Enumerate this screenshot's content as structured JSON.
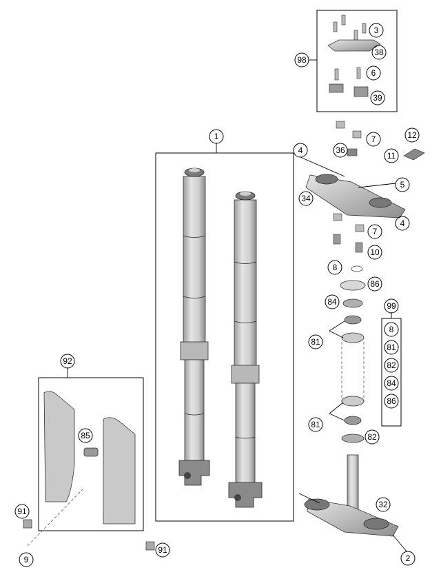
{
  "callouts": {
    "c1": "1",
    "c2": "2",
    "c3": "3",
    "c4a": "4",
    "c4b": "4",
    "c5": "5",
    "c6": "6",
    "c7a": "7",
    "c7b": "7",
    "c8": "8",
    "c9": "9",
    "c10": "10",
    "c11": "11",
    "c12": "12",
    "c32": "32",
    "c34": "34",
    "c36": "36",
    "c38": "38",
    "c39": "39",
    "c81a": "81",
    "c81b": "81",
    "c82": "82",
    "c84": "84",
    "c85": "85",
    "c86": "86",
    "c91a": "91",
    "c91b": "91",
    "c92": "92",
    "c98": "98",
    "c99": "99"
  },
  "kit99": [
    "8",
    "81",
    "82",
    "84",
    "86"
  ],
  "colors": {
    "part_fill": "#d2d2d2",
    "part_dark": "#6e6e6e",
    "line": "#000000"
  }
}
